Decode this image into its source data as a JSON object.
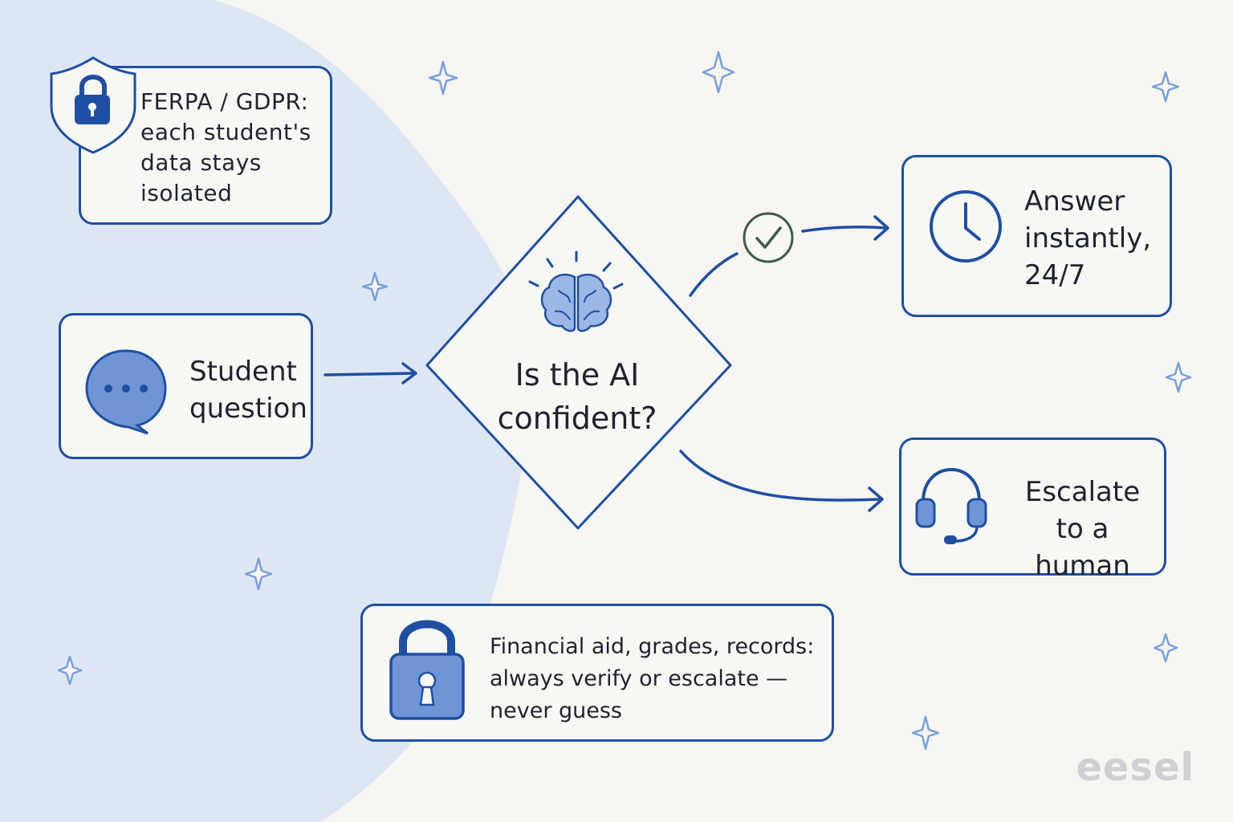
{
  "nodes": {
    "ferpa_note": "FERPA / GDPR:\neach student's\ndata stays\nisolated",
    "student_question": "Student\nquestion",
    "decision": "Is the AI\nconfident?",
    "answer": "Answer\ninstantly,\n24/7",
    "escalate": "Escalate\nto a human",
    "financial_note": "Financial aid, grades, records:\nalways verify or escalate —\nnever guess"
  },
  "branding": {
    "logo": "eesel"
  },
  "icons": {
    "ferpa": "shield-lock-icon",
    "student": "chat-bubble-icon",
    "decision": "brain-icon",
    "yes_branch": "check-circle-icon",
    "answer": "clock-icon",
    "escalate": "headset-icon",
    "financial": "padlock-icon",
    "decor": "sparkle-icon"
  },
  "colors": {
    "accent": "#1f4fa3",
    "icon_fill": "#6f95d6",
    "background": "#f6f5f1",
    "blob": "#dde7f4",
    "check": "#3d5a4c",
    "sparkle": "#7aa0dc"
  }
}
